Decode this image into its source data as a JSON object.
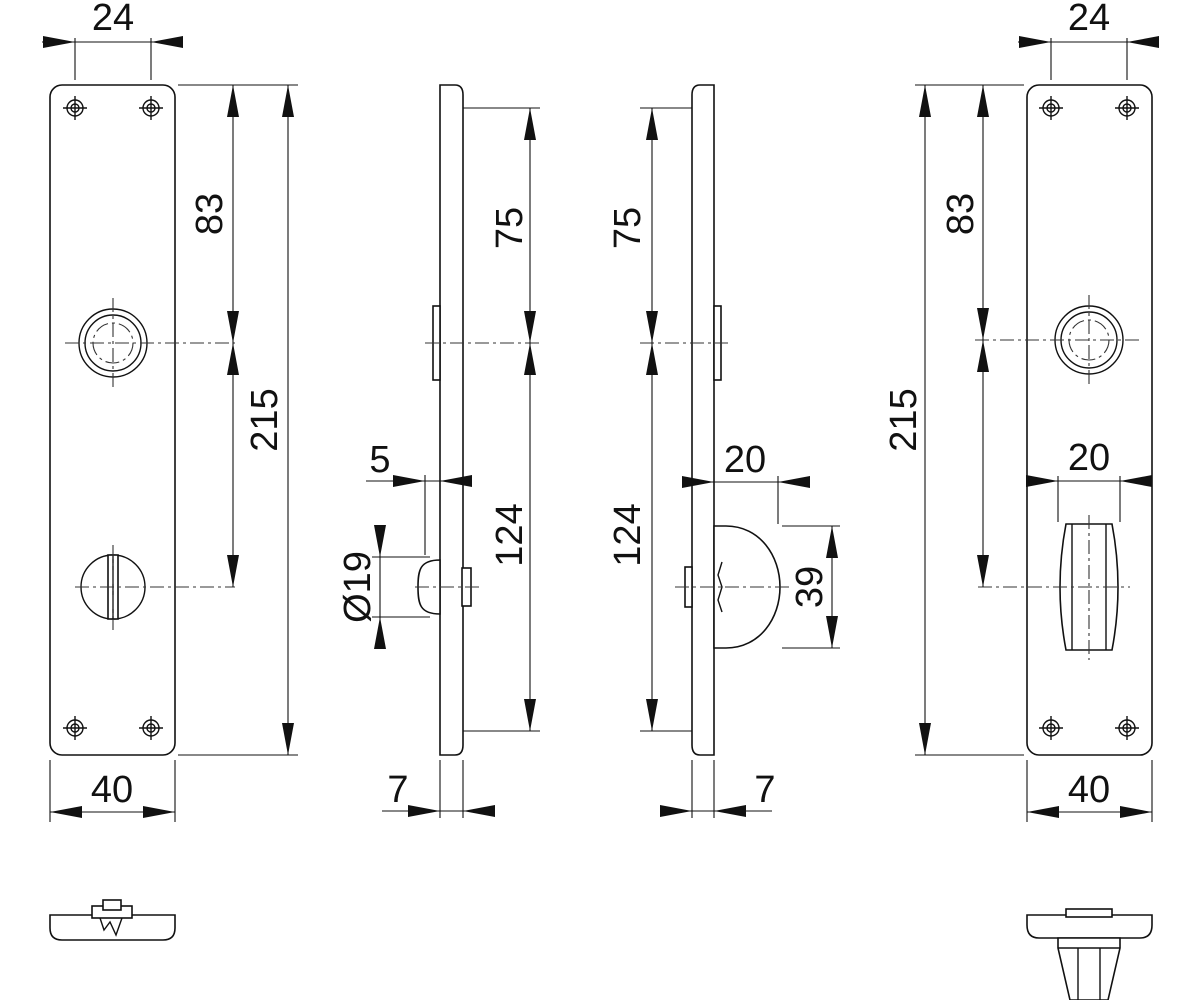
{
  "dimensions": {
    "left_front": {
      "screw_spacing": "24",
      "top_to_handle": "83",
      "total_height": "215",
      "width": "40"
    },
    "left_side": {
      "top_to_handle": "75",
      "handle_to_bottom": "124",
      "knob_offset": "5",
      "knob_diameter": "Ø19",
      "thickness": "7"
    },
    "right_side": {
      "top_to_handle": "75",
      "handle_to_bottom": "124",
      "knob_projection": "20",
      "knob_height": "39",
      "thickness": "7"
    },
    "right_front": {
      "screw_spacing": "24",
      "top_to_handle": "83",
      "total_height": "215",
      "knob_width": "20",
      "width": "40"
    }
  },
  "colors": {
    "line": "#111111",
    "background": "#ffffff"
  }
}
